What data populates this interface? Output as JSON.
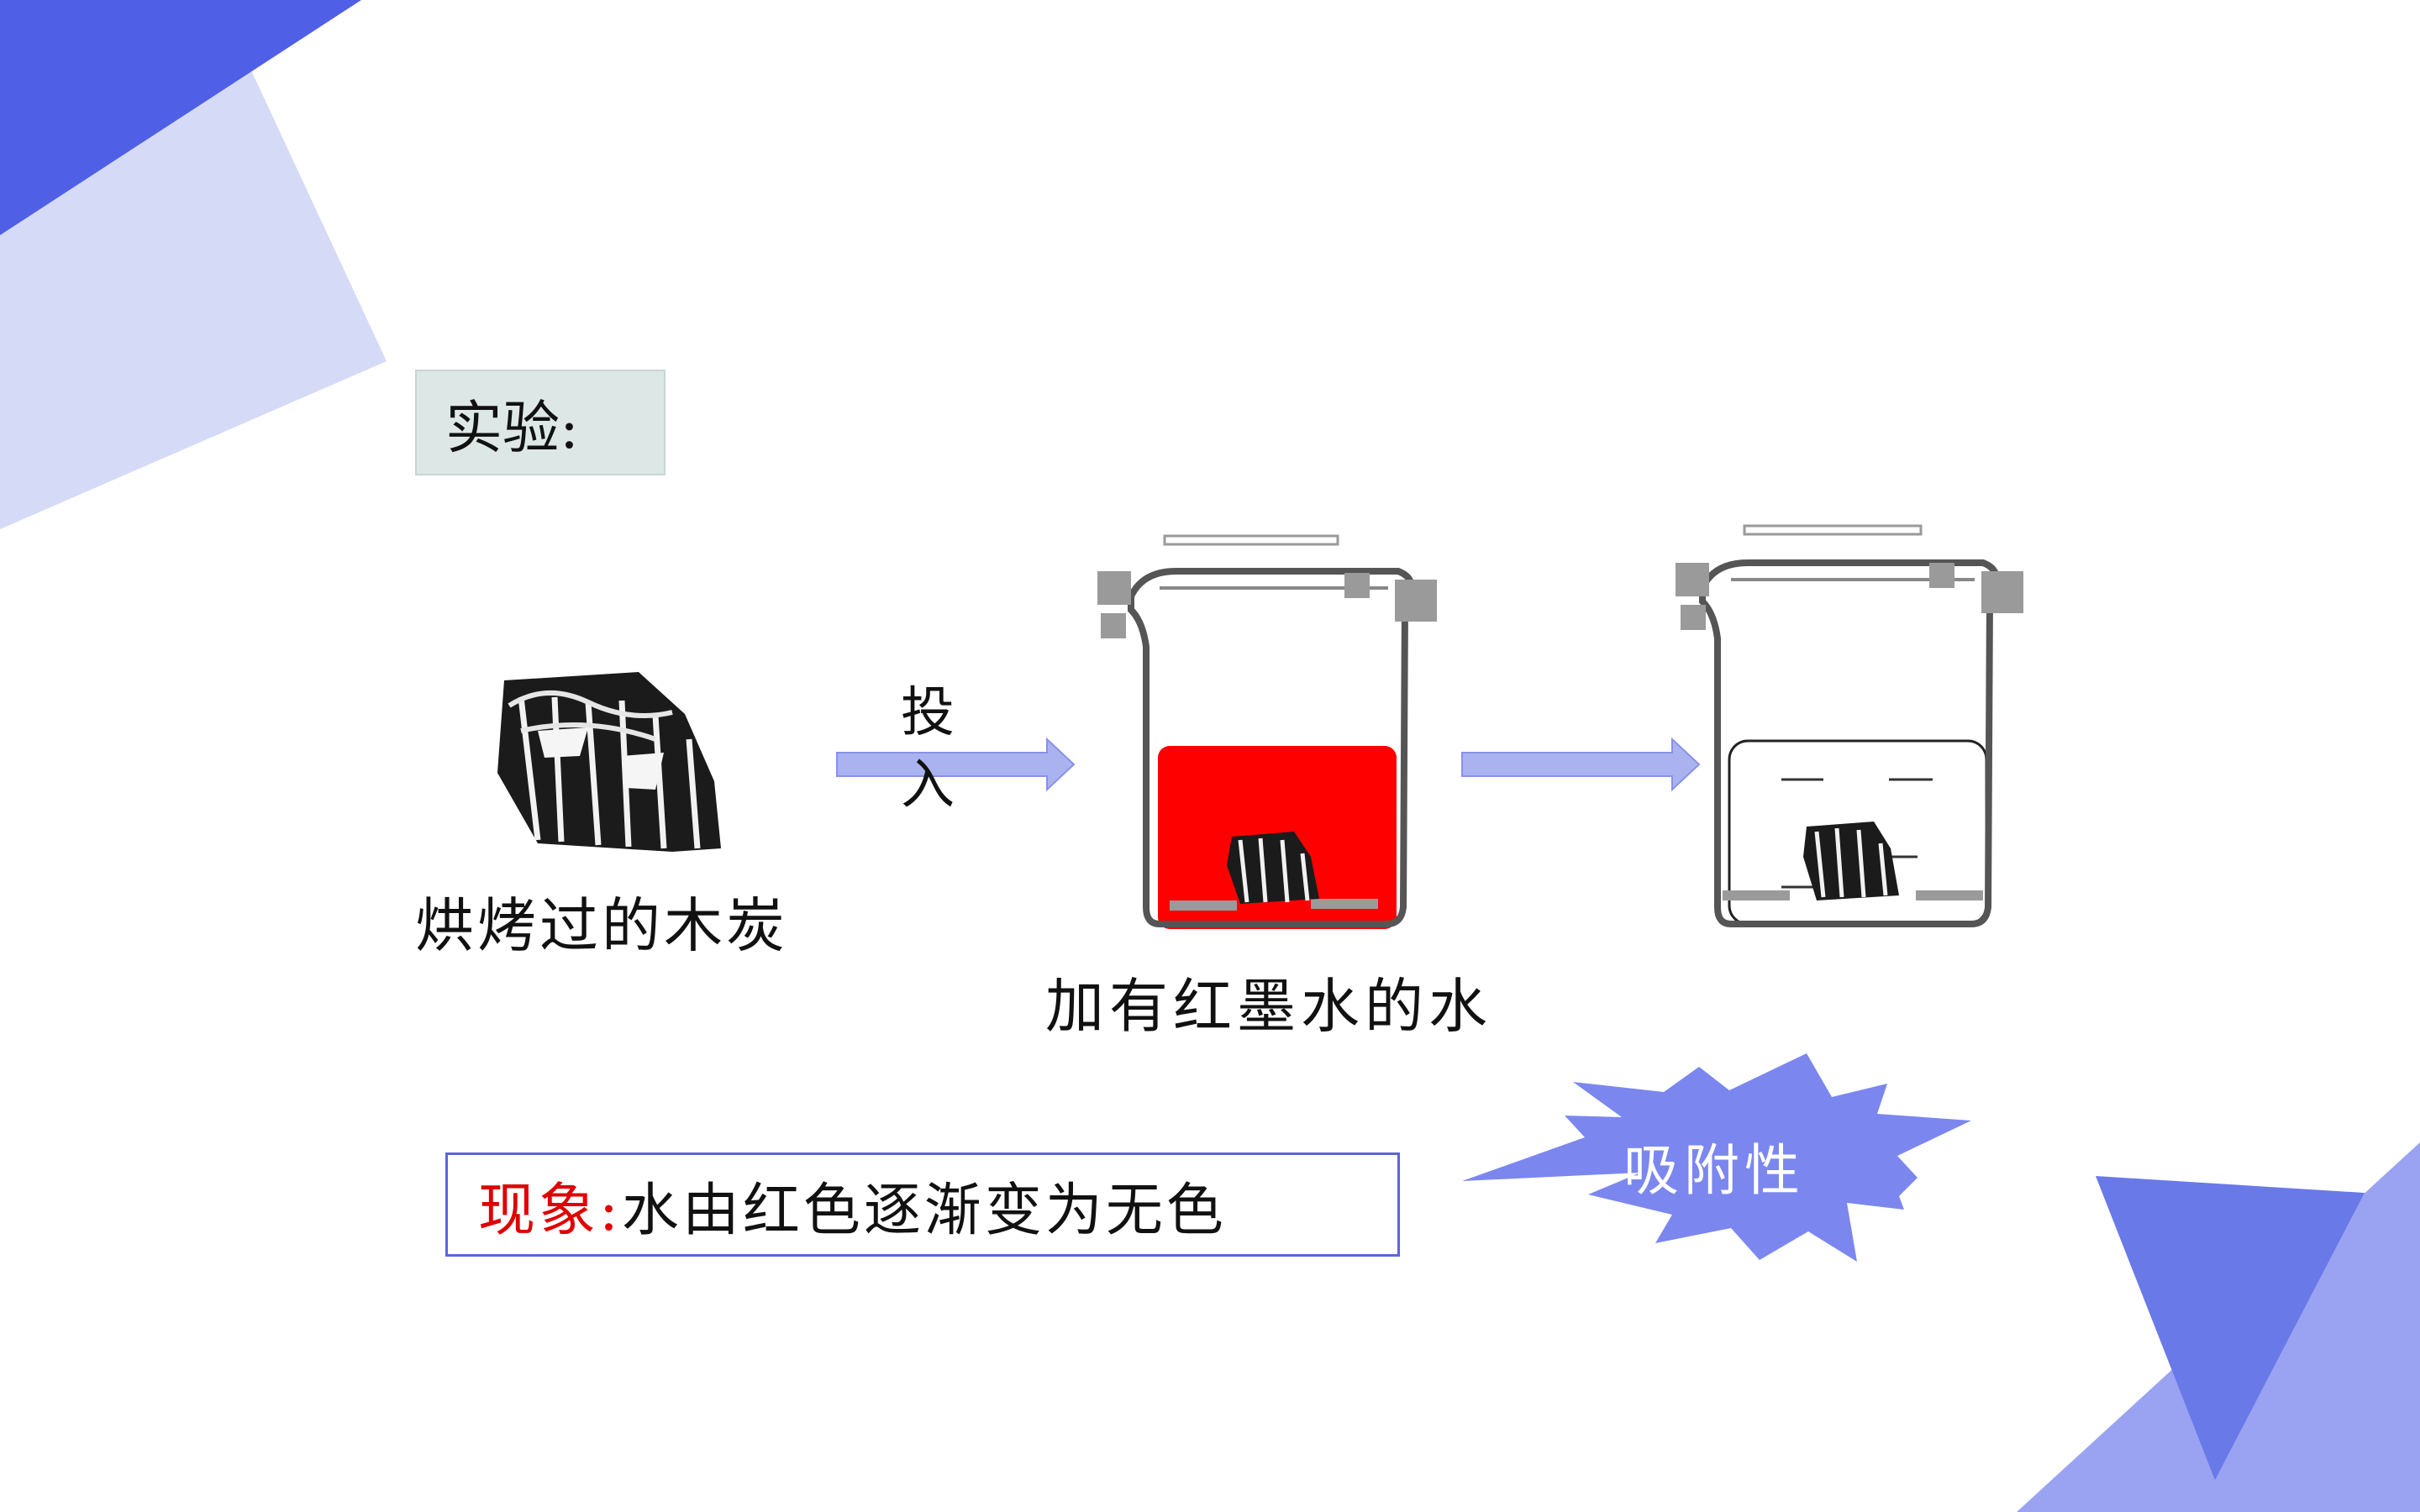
{
  "slide": {
    "experiment_label": "实验:",
    "charcoal_caption": "烘烤过的木炭",
    "arrow_label": "投入",
    "beaker_caption": "加有红墨水的水",
    "phenomenon_key": "现象:",
    "phenomenon_value": "水由红色逐渐变为无色",
    "starburst_label": "吸附性"
  },
  "colors": {
    "accent_blue": "#4f5fe6",
    "accent_light": "#d5daf7",
    "arrow_fill": "#aab2f0",
    "red_ink": "#ff0000",
    "star_fill": "#7b87ef",
    "key_text": "#e00000"
  }
}
